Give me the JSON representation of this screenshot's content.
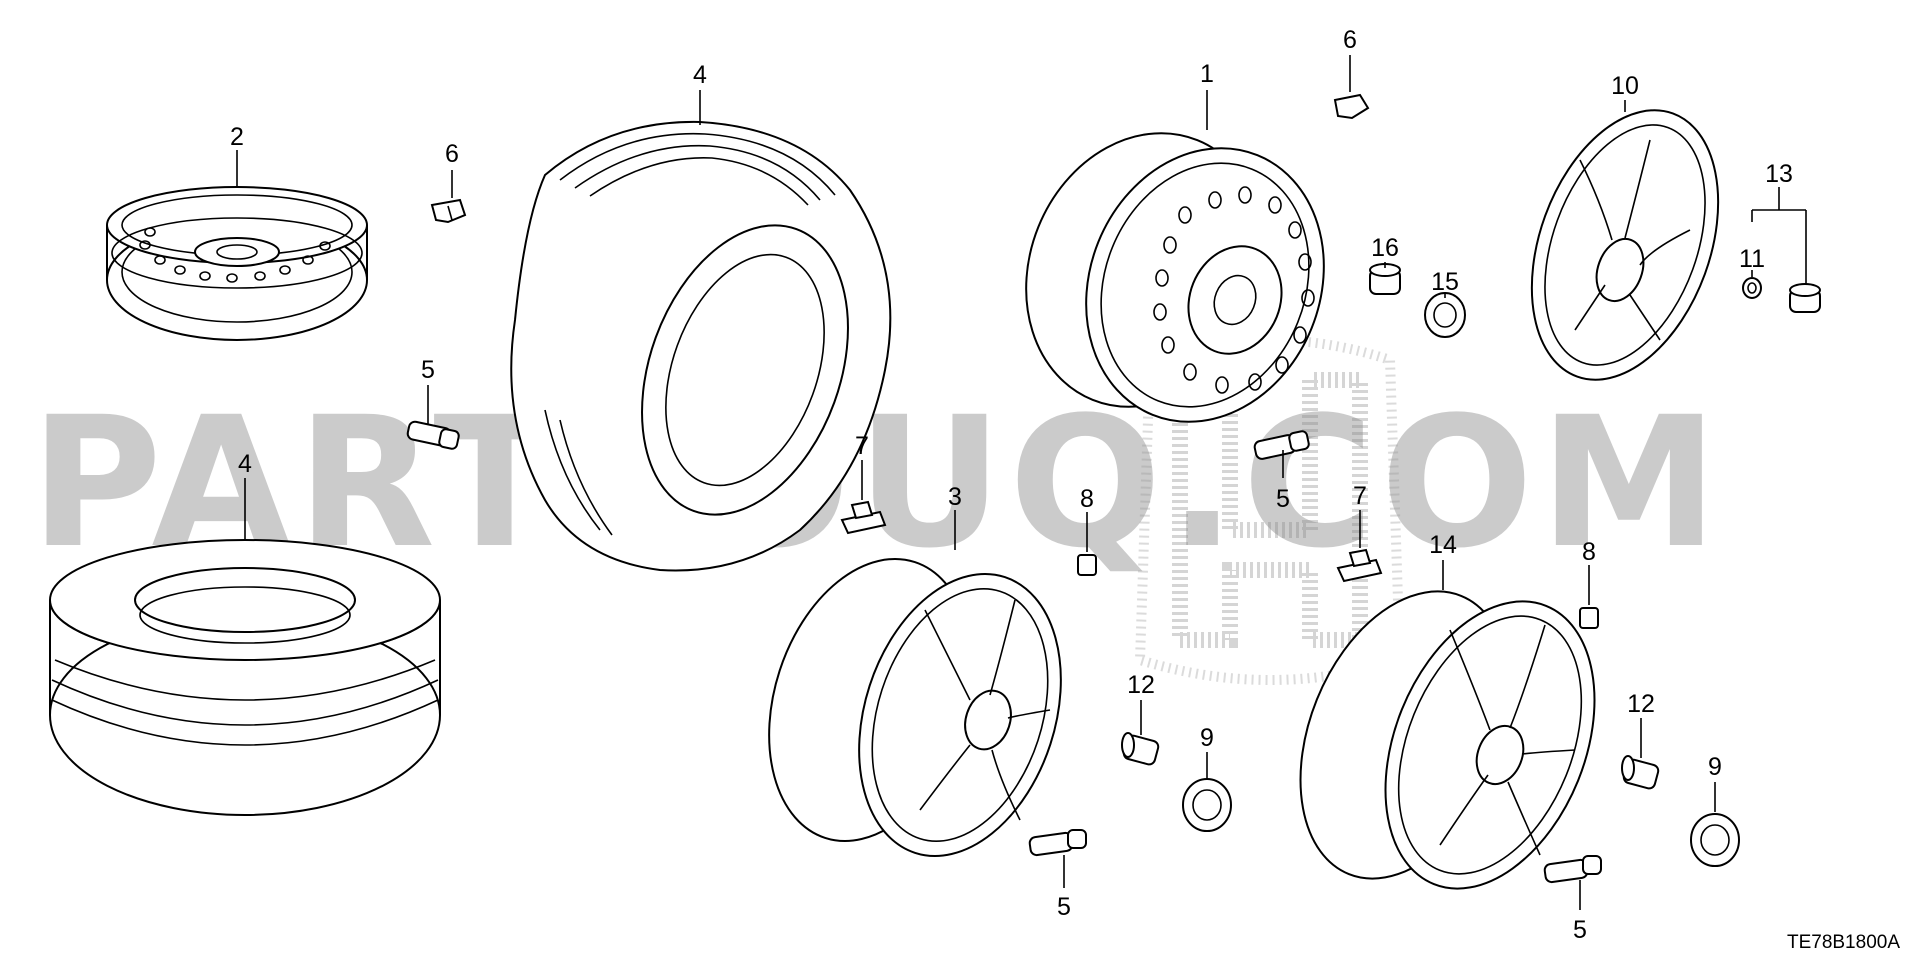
{
  "watermark": "PARTSOUQ.COM",
  "diagram_code": "TE78B1800A",
  "callouts": {
    "steel_wheel": "1",
    "spare_wheel": "2",
    "alloy_wheel": "3",
    "tire_top": "4",
    "tire_bottom": "4",
    "valve_a": "5",
    "valve_b": "5",
    "valve_c": "5",
    "valve_d": "5",
    "weight_a": "6",
    "weight_b": "6",
    "clip_a": "7",
    "clip_b": "7",
    "weight_c": "8",
    "weight_d": "8",
    "center_cap_a": "9",
    "center_cap_b": "9",
    "wheel_cover": "10",
    "washer": "11",
    "nut_a": "12",
    "nut_b": "12",
    "nut_set": "13",
    "alloy_wheel_b": "14",
    "small_cap": "15",
    "nut_c": "16"
  }
}
